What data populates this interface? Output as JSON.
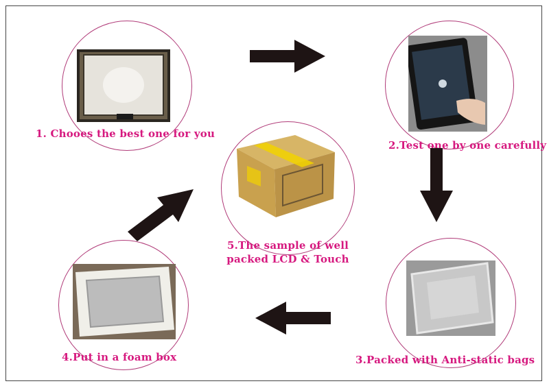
{
  "colors": {
    "label": "#d6197f",
    "circle": "#b03a78",
    "arrow": "#1e1414"
  },
  "steps": [
    {
      "text": "1. Chooes the best one for you",
      "image": "lcd-touch-panel-photo"
    },
    {
      "text": "2.Test one by one carefully",
      "image": "tablet-testing-photo"
    },
    {
      "text": "3.Packed with Anti-static bags",
      "image": "bubble-wrap-bag-photo"
    },
    {
      "text": "4.Put in a foam box",
      "image": "foam-box-photo"
    },
    {
      "text": "5.The sample of well",
      "text2": "packed LCD & Touch",
      "image": "cardboard-box-photo"
    }
  ]
}
